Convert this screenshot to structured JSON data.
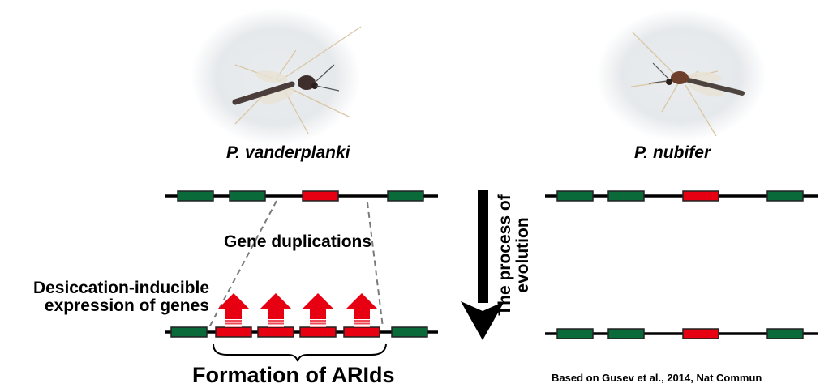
{
  "species": {
    "left": {
      "name": "P. vanderplanki",
      "photo_icon": "midge-photo"
    },
    "right": {
      "name": "P. nubifer",
      "photo_icon": "midge-photo"
    }
  },
  "labels": {
    "gene_duplications": "Gene duplications",
    "desiccation_line1": "Desiccation-inducible",
    "desiccation_line2": "expression of genes",
    "formation": "Formation of ARIds",
    "evolution_line1": "The process of",
    "evolution_line2": "evolution",
    "citation": "Based on Gusev et al., 2014, Nat Commun"
  },
  "colors": {
    "gene_green": "#0b6a3a",
    "gene_red": "#e60012",
    "line": "#000000",
    "dash": "#7a7a7a"
  },
  "chromosomes": {
    "vanderplanki_ancestral": [
      "green",
      "green",
      "red",
      "green"
    ],
    "vanderplanki_derived": [
      "green",
      "red",
      "red",
      "red",
      "red",
      "green"
    ],
    "nubifer_ancestral": [
      "green",
      "green",
      "red",
      "green"
    ],
    "nubifer_derived": [
      "green",
      "green",
      "red",
      "green"
    ]
  },
  "upregulated_genes_count": 4
}
